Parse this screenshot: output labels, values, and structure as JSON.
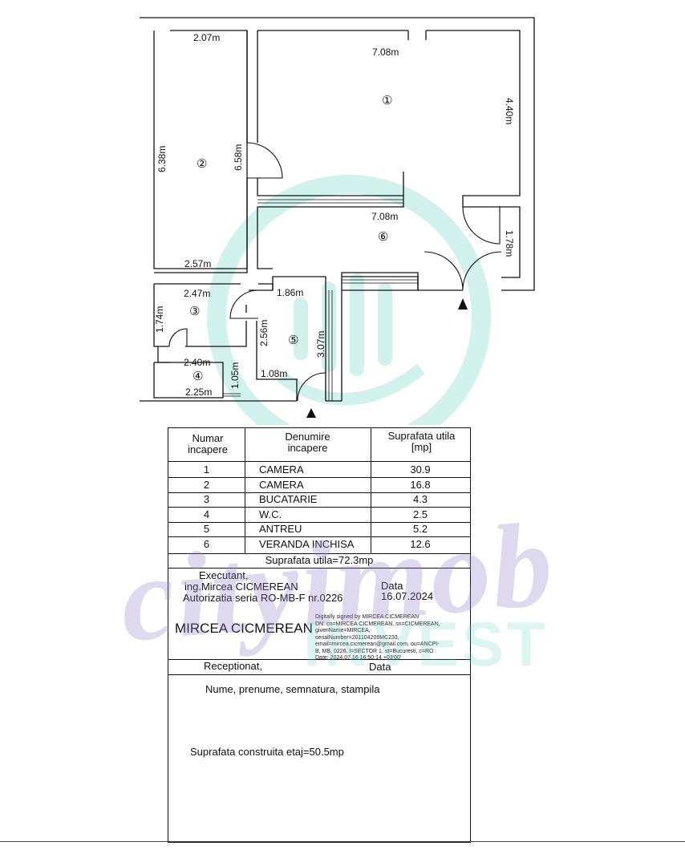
{
  "plan": {
    "dimensions": [
      "2.07m",
      "7.08m",
      "4.40m",
      "6.38m",
      "6.58m",
      "7.08m",
      "1.78m",
      "2.57m",
      "2.47m",
      "1.86m",
      "1.74m",
      "2.56m",
      "3.07m",
      "2.40m",
      "1.05m",
      "1.08m",
      "2.25m"
    ],
    "room_markers": [
      "①",
      "②",
      "③",
      "④",
      "⑤",
      "⑥"
    ]
  },
  "table": {
    "header": {
      "col1": "Numar\nincapere",
      "col2": "Denumire\nincapere",
      "col3": "Suprafata utila\n[mp]"
    },
    "rows": [
      {
        "nr": "1",
        "name": "CAMERA",
        "area": "30.9"
      },
      {
        "nr": "2",
        "name": "CAMERA",
        "area": "16.8"
      },
      {
        "nr": "3",
        "name": "BUCATARIE",
        "area": "4.3"
      },
      {
        "nr": "4",
        "name": "W.C.",
        "area": "2.5"
      },
      {
        "nr": "5",
        "name": "ANTREU",
        "area": "5.2"
      },
      {
        "nr": "6",
        "name": "VERANDA INCHISA",
        "area": "12.6"
      }
    ],
    "total": "Suprafata utila=72.3mp"
  },
  "executant": {
    "label": "Executant,",
    "engineer": "ing.Mircea CICMEREAN",
    "authorization": "Autorizatia seria RO-MB-F nr.0226",
    "date_label": "Data",
    "date_value": "16.07.2024",
    "signature_name": "MIRCEA CICMEREAN",
    "signature_details": [
      "Digitally signed by MIRCEA CICMEREAN",
      "DN: cn=MIRCEA CICMEREAN, sn=CICMEREAN,",
      "givenName=MIRCEA,",
      "serialNumber=201104209MC233,",
      "email=mircea.cicmerean@gmail.com, ou=ANCPI-",
      "B, MB, 0226, l=SECTOR 1, st=Bucuresti, c=RO",
      "Date: 2024.07.16 16:50:14 +03'00'"
    ]
  },
  "receptionat": {
    "label": "Receptionat,",
    "date_label": "Data",
    "name_line": "Nume, prenume, semnatura, stampila",
    "built_area": "Suprafata construita etaj=50.5mp"
  },
  "watermark": {
    "text": "cityimob",
    "sub": "INVEST"
  },
  "colors": {
    "line": "#111111",
    "watermark_purple": "#9682cd",
    "watermark_teal": "#5fd2c3"
  }
}
